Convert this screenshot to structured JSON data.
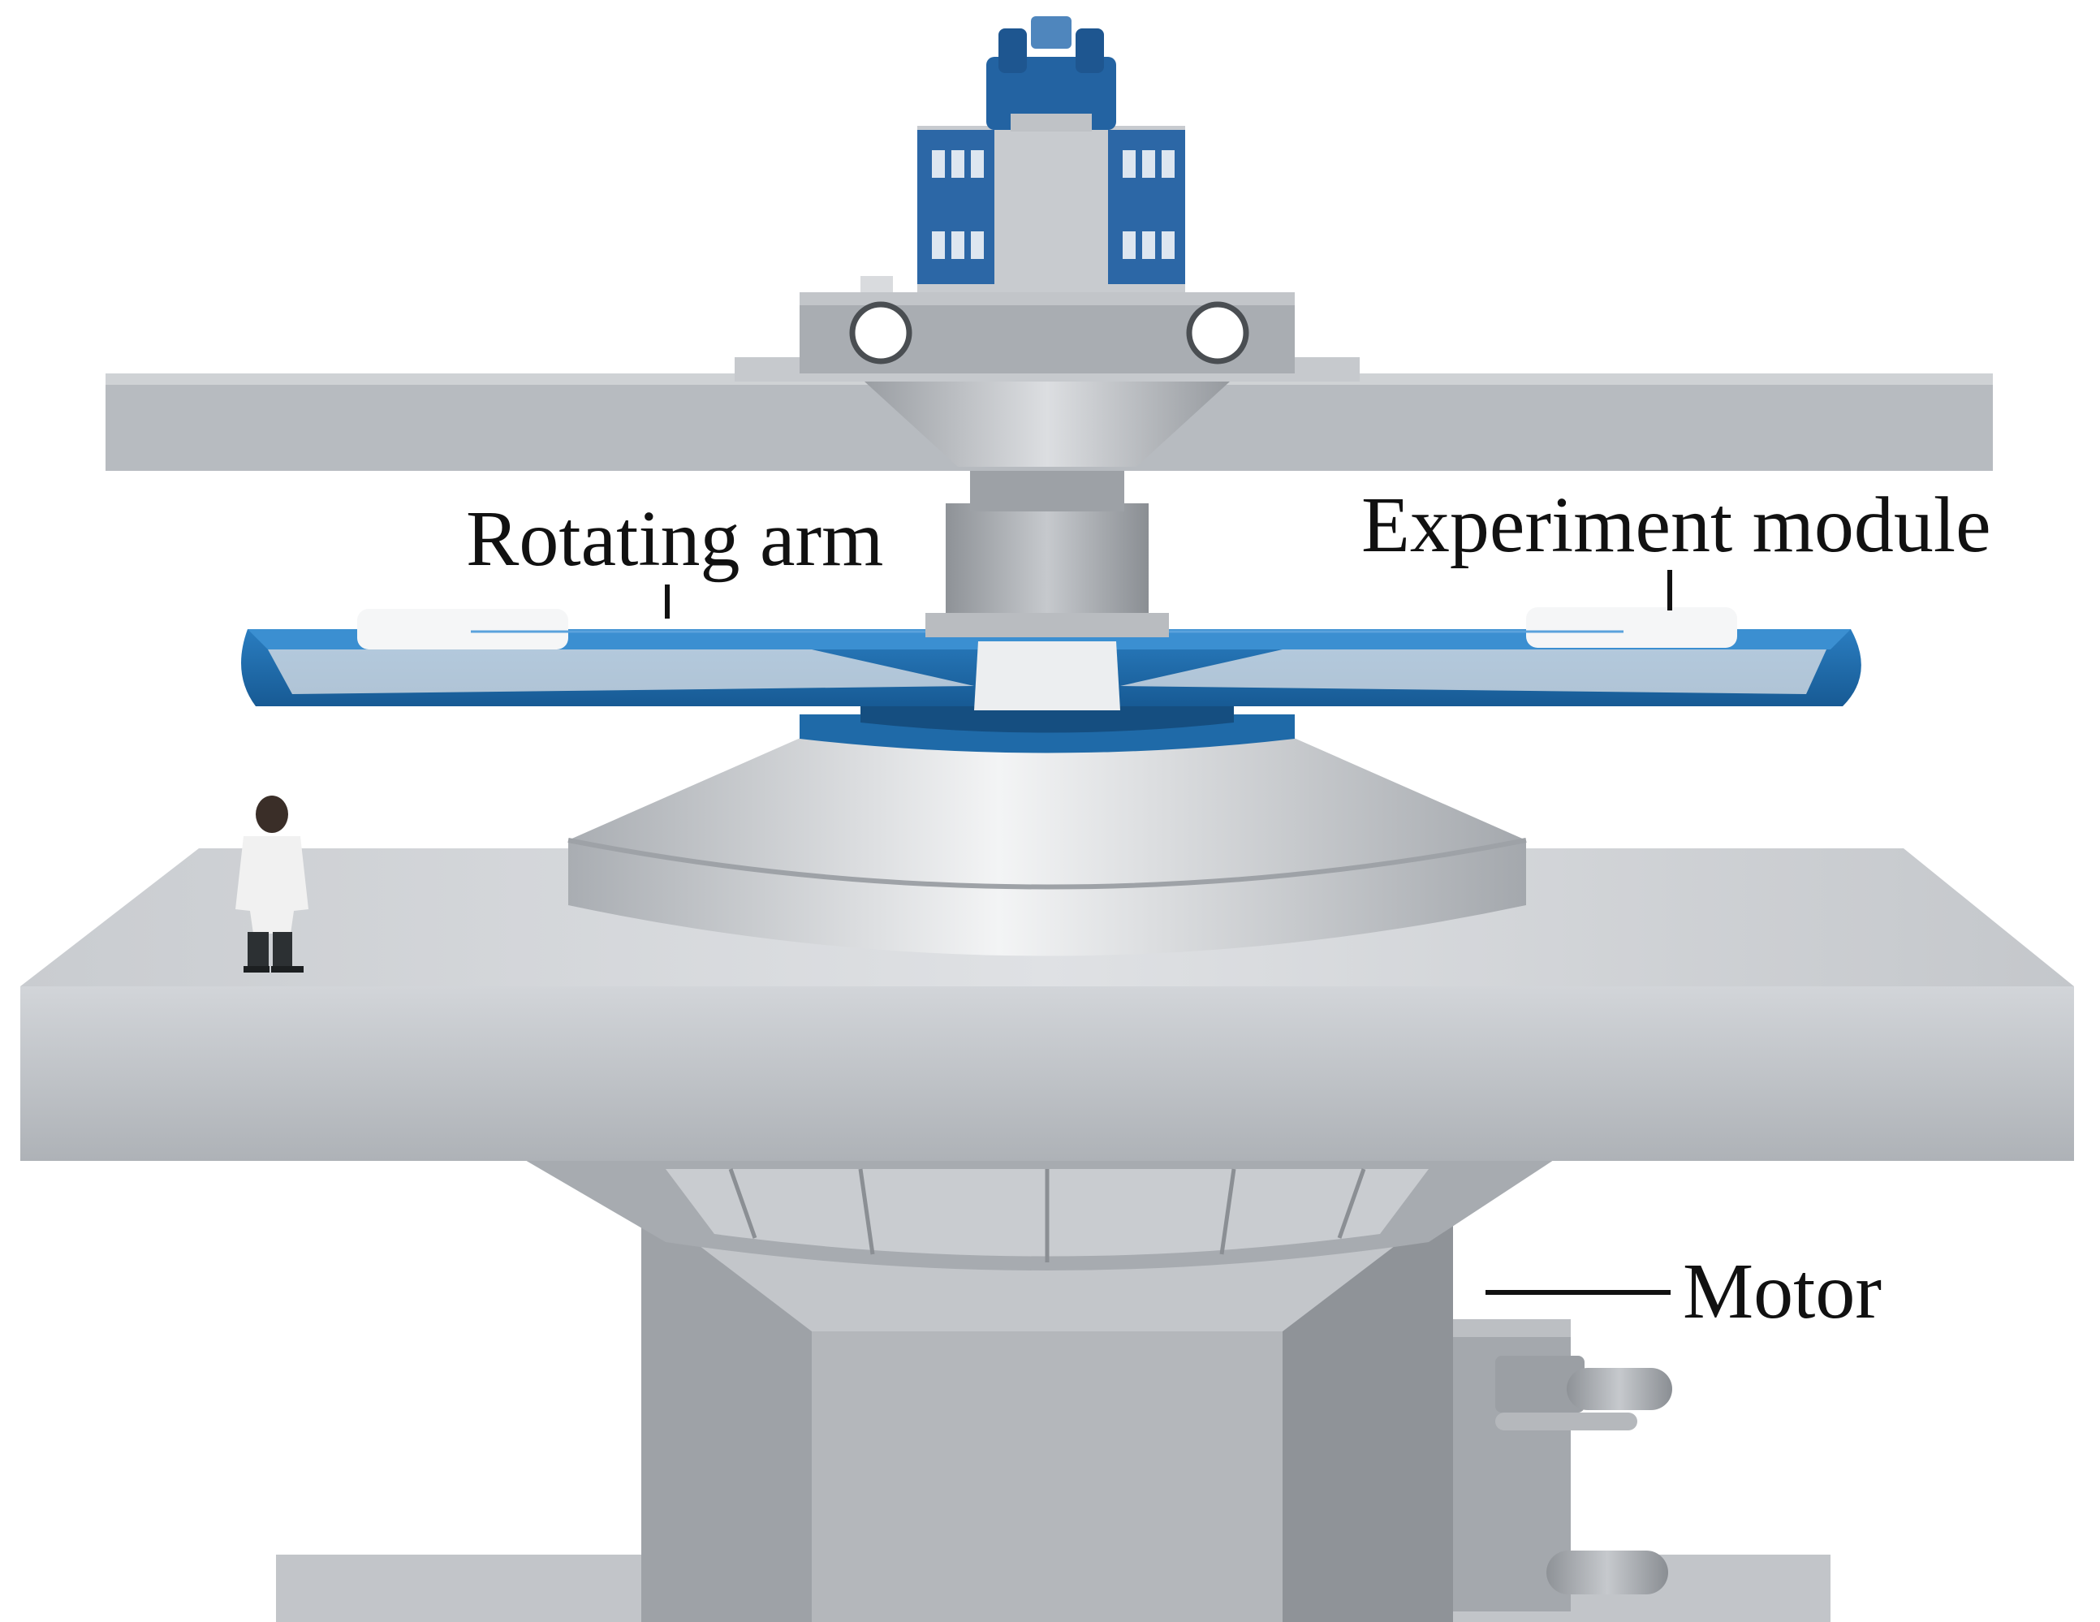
{
  "labels": {
    "rotating_arm": "Rotating arm",
    "experiment_module": "Experiment module",
    "motor": "Motor"
  },
  "colors": {
    "structure_gray": "#b8bcc1",
    "dark_gray": "#8c9095",
    "light_gray": "#d6d9dc",
    "accent_blue": "#1e6fb0",
    "label_text": "#111111"
  }
}
